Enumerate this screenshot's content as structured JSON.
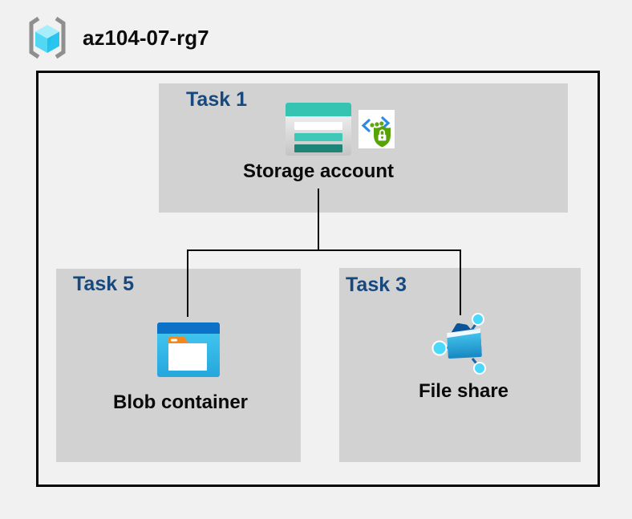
{
  "resource_group": {
    "name": "az104-07-rg7",
    "icon": "resource-group-icon"
  },
  "tasks": [
    {
      "id": "task-1",
      "label": "Task 1",
      "item": {
        "name": "Storage account",
        "icons": [
          "storage-account-icon",
          "code-security-shield-icon"
        ]
      }
    },
    {
      "id": "task-5",
      "label": "Task 5",
      "item": {
        "name": "Blob container",
        "icons": [
          "blob-container-icon"
        ]
      }
    },
    {
      "id": "task-3",
      "label": "Task 3",
      "item": {
        "name": "File share",
        "icons": [
          "file-share-icon"
        ]
      }
    }
  ],
  "connections": [
    {
      "from": "Storage account",
      "to": "Blob container"
    },
    {
      "from": "Storage account",
      "to": "File share"
    }
  ],
  "colors": {
    "page_background": "#f1f1f2",
    "box_background": "#d2d2d2",
    "task_label": "#17497e",
    "connector": "#0a0a0a",
    "storage_teal": "#35c3b2",
    "storage_dark_teal": "#1f8478",
    "blob_blue": "#0e71c8",
    "blob_cyan": "#36bfec",
    "folder_tab_orange": "#f5881d",
    "shield_green": "#57a306",
    "chevron_blue": "#2b8be2",
    "cube_cyan_light": "#a8edfb",
    "cube_cyan": "#52d8f5",
    "cube_cyan_dark": "#28c6ee",
    "bracket_gray": "#8f8f8f"
  }
}
